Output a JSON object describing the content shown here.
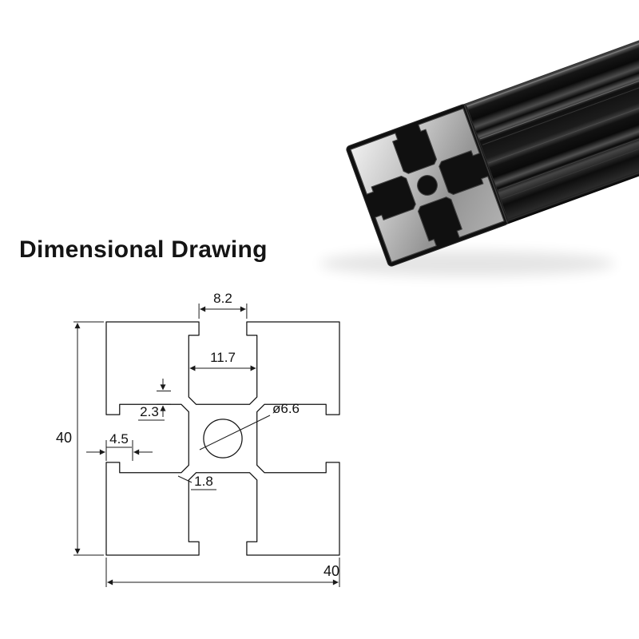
{
  "title": "Dimensional Drawing",
  "drawing": {
    "line_color": "#1a1a1a",
    "labels": {
      "slot_width": "8.2",
      "cavity_width": "11.7",
      "lip_step": "2.3",
      "center_hole": "ø6.6",
      "slot_depth": "4.5",
      "rib_thickness": "1.8",
      "profile_height": "40",
      "profile_width": "40"
    }
  },
  "photo": {
    "subject": "black-anodized-4040-aluminum-extrusion",
    "body_color": "#0d0d0d",
    "cut_face_color": "#bdbdbd"
  }
}
